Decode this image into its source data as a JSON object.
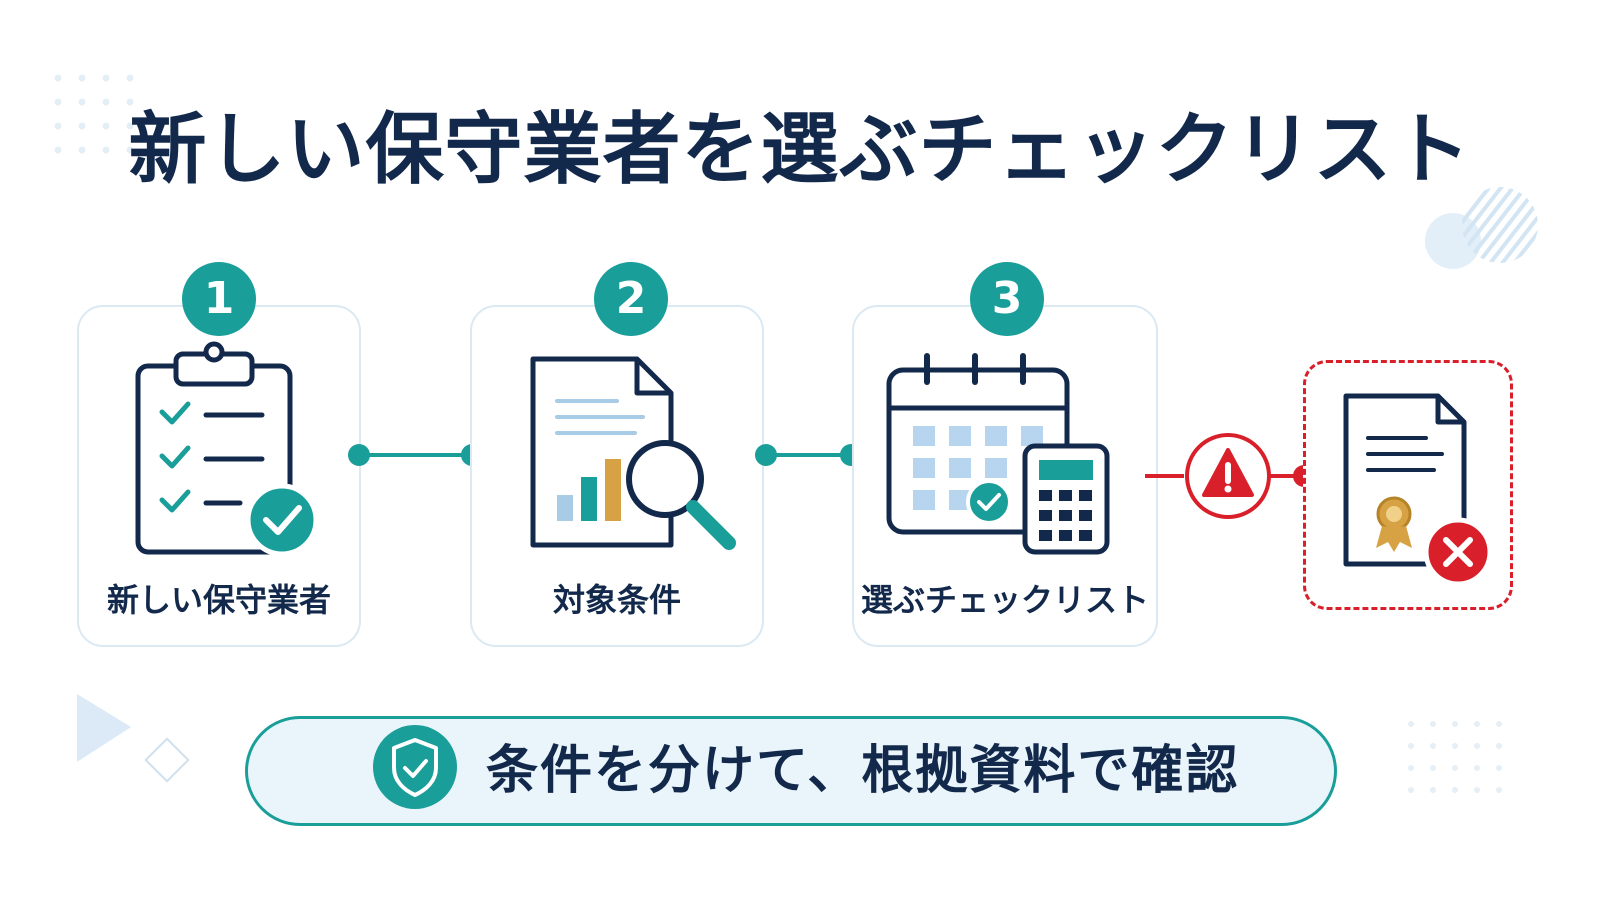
{
  "title": "新しい保守業者を選ぶチェックリスト",
  "steps": [
    {
      "number": "1",
      "label": "新しい保守業者",
      "icon": "clipboard-checklist-icon"
    },
    {
      "number": "2",
      "label": "対象条件",
      "icon": "document-magnifier-icon"
    },
    {
      "number": "3",
      "label": "選ぶチェックリスト",
      "icon": "calendar-calculator-icon"
    }
  ],
  "rejected": {
    "icon": "certificate-rejected-icon",
    "warning_icon": "warning-icon"
  },
  "footer": {
    "text": "条件を分けて、根拠資料で確認",
    "icon": "shield-check-icon"
  },
  "colors": {
    "navy": "#13294b",
    "teal": "#1a9e9a",
    "red": "#d9202a",
    "light_blue": "#eaf5fb",
    "bar_gold": "#d6a244",
    "bar_blue": "#a8cbe6"
  }
}
